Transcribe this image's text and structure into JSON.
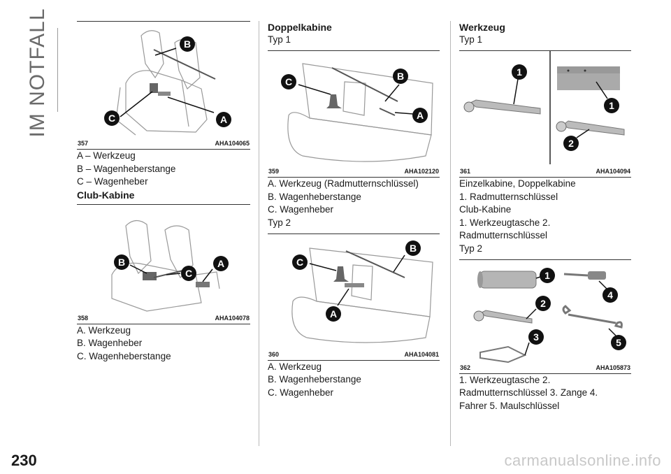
{
  "side_title": "IM NOTFALL",
  "page_number": "230",
  "watermark": "carmanualsonline.info",
  "col1": {
    "fig357": {
      "number": "357",
      "code": "AHA104065"
    },
    "fig357_items": [
      "A – Werkzeug",
      "B – Wagenheberstange",
      "C – Wagenheber"
    ],
    "club_heading": "Club-Kabine",
    "fig358": {
      "number": "358",
      "code": "AHA104078"
    },
    "fig358_items": [
      "A. Werkzeug",
      "B. Wagenheber",
      "C. Wagenheberstange"
    ]
  },
  "col2": {
    "heading": "Doppelkabine",
    "type1": "Typ 1",
    "fig359": {
      "number": "359",
      "code": "AHA102120"
    },
    "fig359_items": [
      "A. Werkzeug (Radmutternschlüssel)",
      "B. Wagenheberstange",
      "C. Wagenheber"
    ],
    "type2": "Typ 2",
    "fig360": {
      "number": "360",
      "code": "AHA104081"
    },
    "fig360_items": [
      "A. Werkzeug",
      "B. Wagenheberstange",
      "C. Wagenheber"
    ]
  },
  "col3": {
    "heading": "Werkzeug",
    "type1": "Typ 1",
    "fig361": {
      "number": "361",
      "code": "AHA104094"
    },
    "fig361_items": [
      "Einzelkabine, Doppelkabine",
      "1. Radmutternschlüssel",
      "Club-Kabine",
      "1. Werkzeugtasche 2.",
      "Radmutternschlüssel"
    ],
    "type2": "Typ 2",
    "fig362": {
      "number": "362",
      "code": "AHA105873"
    },
    "fig362_items": [
      "1. Werkzeugtasche 2.",
      "Radmutternschlüssel 3. Zange 4.",
      "Fahrer 5. Maulschlüssel"
    ]
  },
  "callouts": {
    "a": "A",
    "b": "B",
    "c": "C",
    "n1": "1",
    "n2": "2",
    "n3": "3",
    "n4": "4",
    "n5": "5"
  }
}
